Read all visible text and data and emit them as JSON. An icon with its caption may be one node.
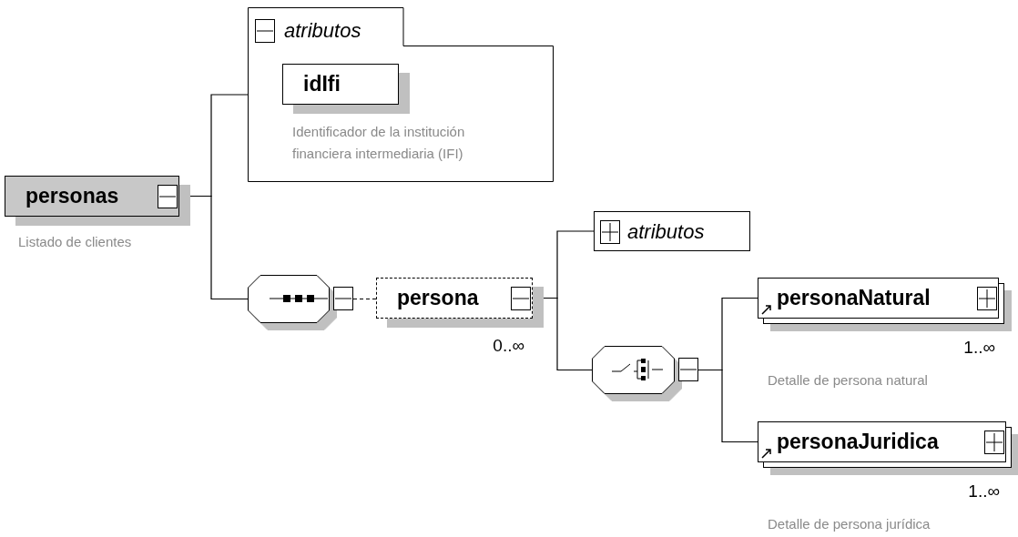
{
  "diagram": {
    "nodes": [
      {
        "text": [
          "personas"
        ],
        "beside": [
          "Listado de clientes"
        ]
      },
      {
        "text": [
          "atributos"
        ]
      },
      {
        "text": [
          "idIfi"
        ],
        "in": 1,
        "beside": [
          "Identificador de la institución financiera intermediaria (IFI)"
        ]
      },
      {
        "text": [],
        "shape": "octagon"
      },
      {
        "text": [
          "persona"
        ],
        "beside": [
          "0..∞"
        ]
      },
      {
        "text": [
          "atributos"
        ]
      },
      {
        "text": [],
        "shape": "octagon"
      },
      {
        "text": [
          "personaNatural"
        ],
        "beside": [
          "1..∞",
          "Detalle de persona natural"
        ]
      },
      {
        "text": [
          "personaJuridica"
        ],
        "beside": [
          "1..∞",
          "Detalle de persona jurídica"
        ]
      }
    ],
    "edges": [
      {
        "from": 0,
        "to": 1,
        "arrow": "none"
      },
      {
        "from": 0,
        "to": 3,
        "arrow": "none"
      },
      {
        "from": 3,
        "to": 4,
        "arrow": "none",
        "style": "dashed"
      },
      {
        "from": 4,
        "to": 5,
        "arrow": "none"
      },
      {
        "from": 4,
        "to": 6,
        "arrow": "none"
      },
      {
        "from": 6,
        "to": 7,
        "arrow": "none"
      },
      {
        "from": 6,
        "to": 8,
        "arrow": "none"
      }
    ]
  }
}
